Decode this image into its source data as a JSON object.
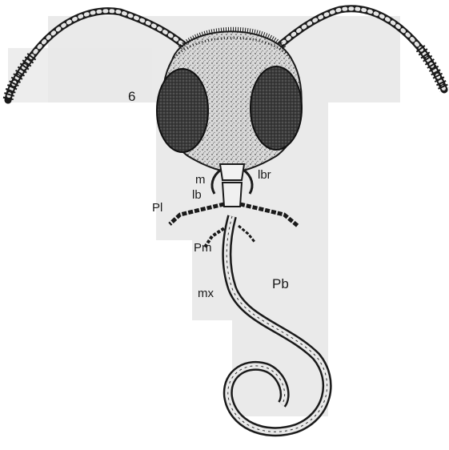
{
  "figure": {
    "labels": {
      "b": "6",
      "m": "m",
      "lbr": "lbr",
      "lb": "lb",
      "pl": "Pl",
      "pm": "Pm",
      "mx": "mx",
      "pb": "Pb"
    },
    "colors": {
      "ink": "#1a1a1a",
      "paper_shadow": "#e3e3e3",
      "eye": "#2a2a2a",
      "head": "#cfcfcf"
    }
  }
}
